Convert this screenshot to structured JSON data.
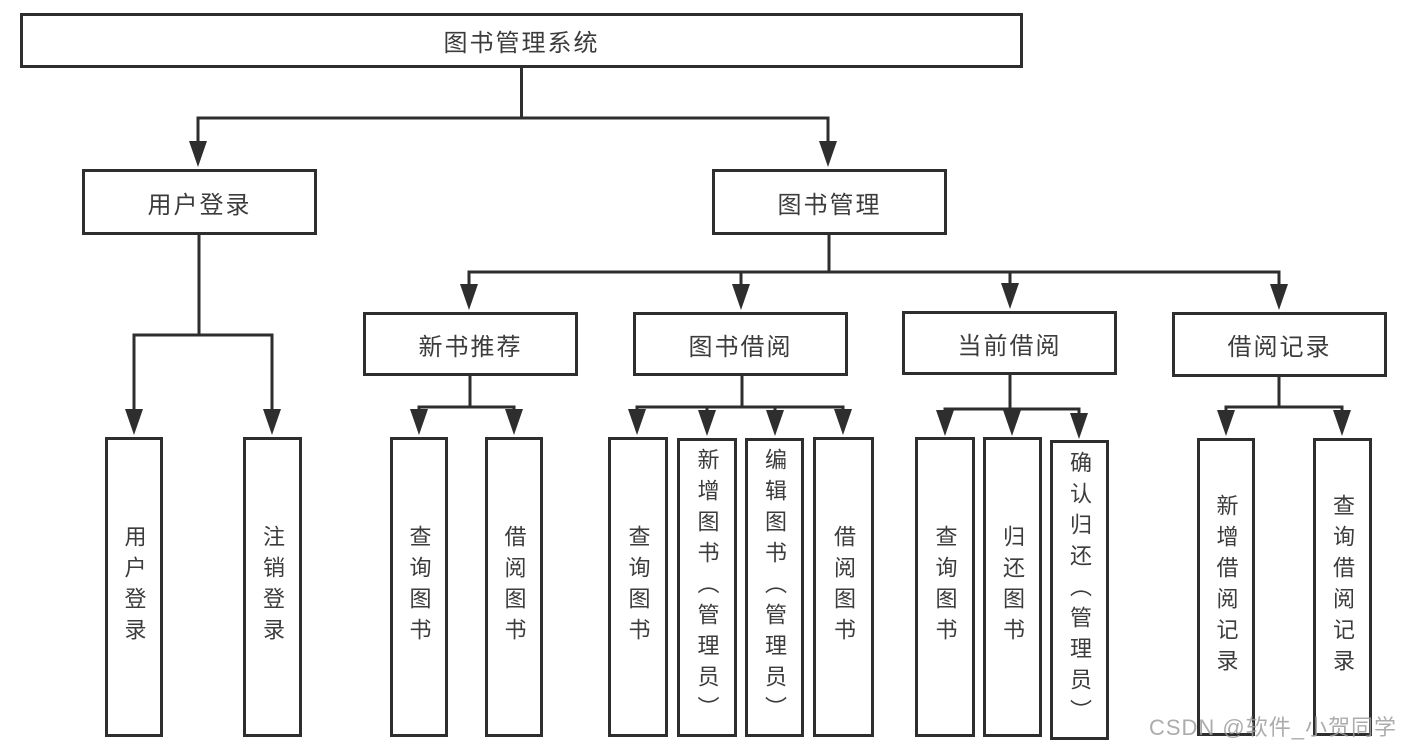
{
  "colors": {
    "background": "#ffffff",
    "line": "#2e2e2e",
    "box_border": "#2e2e2e",
    "box_fill": "#ffffff",
    "text": "#3c3c3c",
    "watermark": "#9e9e9e"
  },
  "tree": {
    "label": "图书管理系统",
    "children": [
      {
        "label": "用户登录",
        "children": [
          {
            "label": "用户登录"
          },
          {
            "label": "注销登录"
          }
        ]
      },
      {
        "label": "图书管理",
        "children": [
          {
            "label": "新书推荐",
            "children": [
              {
                "label": "查询图书"
              },
              {
                "label": "借阅图书"
              }
            ]
          },
          {
            "label": "图书借阅",
            "children": [
              {
                "label": "查询图书"
              },
              {
                "label": "新增图书（管理员）"
              },
              {
                "label": "编辑图书（管理员）"
              },
              {
                "label": "借阅图书"
              }
            ]
          },
          {
            "label": "当前借阅",
            "children": [
              {
                "label": "查询图书"
              },
              {
                "label": "归还图书"
              },
              {
                "label": "确认归还（管理员）"
              }
            ]
          },
          {
            "label": "借阅记录",
            "children": [
              {
                "label": "新增借阅记录"
              },
              {
                "label": "查询借阅记录"
              }
            ]
          }
        ]
      }
    ]
  },
  "watermark": {
    "text": "CSDN @软件_小贺同学"
  }
}
